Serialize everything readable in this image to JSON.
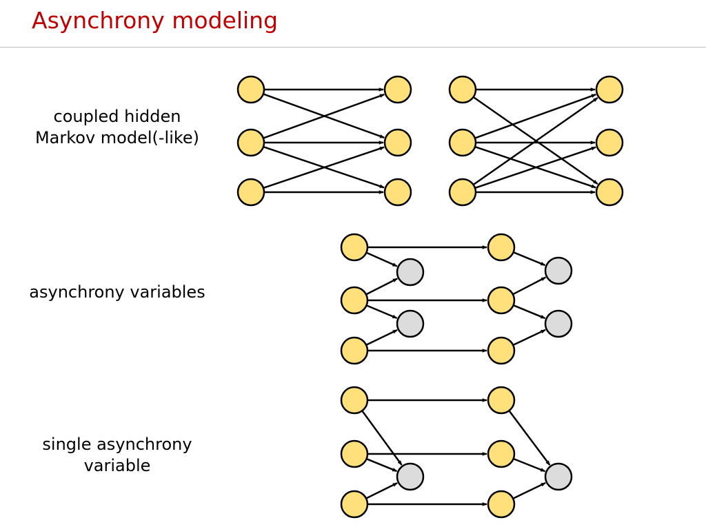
{
  "slide": {
    "title": "Asynchrony modeling"
  },
  "rows": {
    "coupled_hmm": {
      "label_line1": "coupled hidden",
      "label_line2": "Markov model(-like)"
    },
    "asynchrony_variables": {
      "label": "asynchrony variables"
    },
    "single_asynchrony_variable": {
      "label_line1": "single asynchrony",
      "label_line2": "variable"
    }
  },
  "colors": {
    "title": "#c00000",
    "state_node_fill": "#ffe07a",
    "asynchrony_node_fill": "#dcdcdc",
    "node_stroke": "#000000",
    "edge": "#000000",
    "rule": "#bdbdbd"
  }
}
